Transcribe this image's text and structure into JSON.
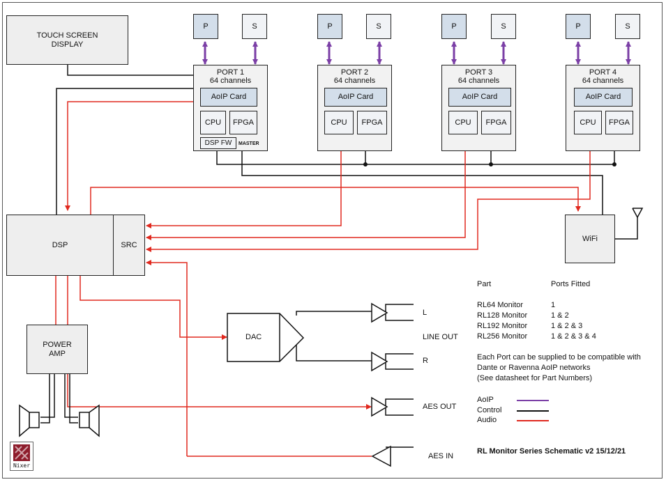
{
  "touch_display": "TOUCH SCREEN\nDISPLAY",
  "ports": [
    {
      "title": "PORT 1",
      "channels": "64 channels",
      "aoip": "AoIP Card",
      "cpu": "CPU",
      "fpga": "FPGA",
      "primary": "P",
      "secondary": "S",
      "dsp_fw": "DSP FW",
      "master": "MASTER"
    },
    {
      "title": "PORT 2",
      "channels": "64 channels",
      "aoip": "AoIP Card",
      "cpu": "CPU",
      "fpga": "FPGA",
      "primary": "P",
      "secondary": "S"
    },
    {
      "title": "PORT 3",
      "channels": "64 channels",
      "aoip": "AoIP Card",
      "cpu": "CPU",
      "fpga": "FPGA",
      "primary": "P",
      "secondary": "S"
    },
    {
      "title": "PORT 4",
      "channels": "64 channels",
      "aoip": "AoIP Card",
      "cpu": "CPU",
      "fpga": "FPGA",
      "primary": "P",
      "secondary": "S"
    }
  ],
  "dsp": "DSP",
  "src": "SRC",
  "wifi": "WiFi",
  "dac": "DAC",
  "power_amp": "POWER\nAMP",
  "outputs": {
    "l": "L",
    "line_out": "LINE OUT",
    "r": "R",
    "aes_out": "AES OUT",
    "aes_in": "AES IN"
  },
  "parts_table": {
    "header": {
      "part": "Part",
      "ports": "Ports Fitted"
    },
    "rows": [
      {
        "part": "RL64 Monitor",
        "ports": "1"
      },
      {
        "part": "RL128 Monitor",
        "ports": "1 & 2"
      },
      {
        "part": "RL192 Monitor",
        "ports": "1 & 2 & 3"
      },
      {
        "part": "RL256 Monitor",
        "ports": "1 & 2 & 3 & 4"
      }
    ]
  },
  "note": [
    "Each Port can be supplied to be compatible with",
    "Dante or Ravenna AoIP networks",
    "(See datasheet for Part Numbers)"
  ],
  "legend": [
    {
      "label": "AoIP",
      "color": "#7b3fa6"
    },
    {
      "label": "Control",
      "color": "#111111"
    },
    {
      "label": "Audio",
      "color": "#e0281e"
    }
  ],
  "schematic_title": "RL Monitor Series Schematic v2 15/12/21",
  "logo_text": "Nixer"
}
